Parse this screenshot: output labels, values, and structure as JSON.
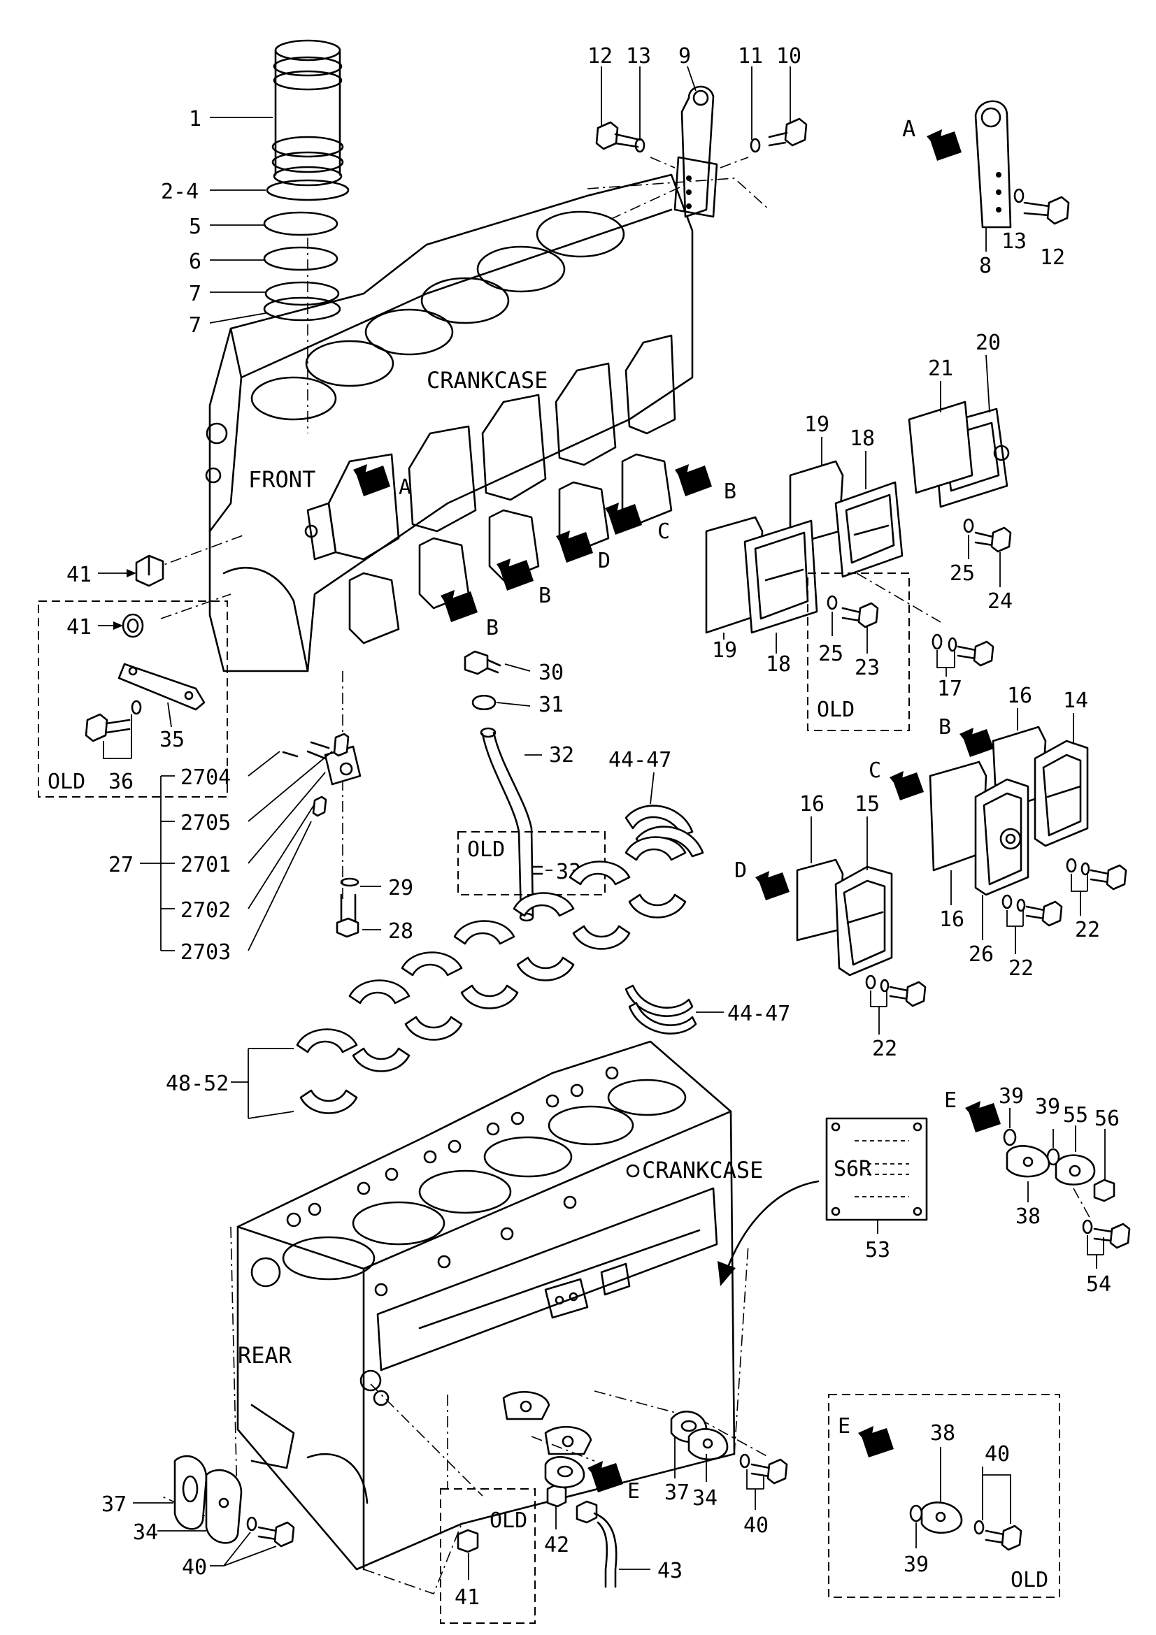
{
  "labels": {
    "crankcase_top": "CRANKCASE",
    "crankcase_bottom": "CRANKCASE",
    "front": "FRONT",
    "rear": "REAR",
    "plate_text": "S6R",
    "old": "OLD",
    "view_a": "A",
    "view_b": "B",
    "view_c": "C",
    "view_d": "D",
    "view_e": "E"
  },
  "parts": {
    "p1": "1",
    "p2_4": "2-4",
    "p5": "5",
    "p6": "6",
    "p7": "7",
    "p8": "8",
    "p9": "9",
    "p10": "10",
    "p11": "11",
    "p12": "12",
    "p13": "13",
    "p14": "14",
    "p15": "15",
    "p16": "16",
    "p17": "17",
    "p18": "18",
    "p19": "19",
    "p20": "20",
    "p21": "21",
    "p22": "22",
    "p23": "23",
    "p24": "24",
    "p25": "25",
    "p26": "26",
    "p27": "27",
    "p28": "28",
    "p29": "29",
    "p30": "30",
    "p31": "31",
    "p32": "32",
    "p33": "33",
    "p34": "34",
    "p35": "35",
    "p36": "36",
    "p37": "37",
    "p38": "38",
    "p39": "39",
    "p40": "40",
    "p41": "41",
    "p42": "42",
    "p43": "43",
    "p44_47": "44-47",
    "p48_52": "48-52",
    "p53": "53",
    "p54": "54",
    "p55": "55",
    "p56": "56",
    "p2701": "2701",
    "p2702": "2702",
    "p2703": "2703",
    "p2704": "2704",
    "p2705": "2705"
  }
}
